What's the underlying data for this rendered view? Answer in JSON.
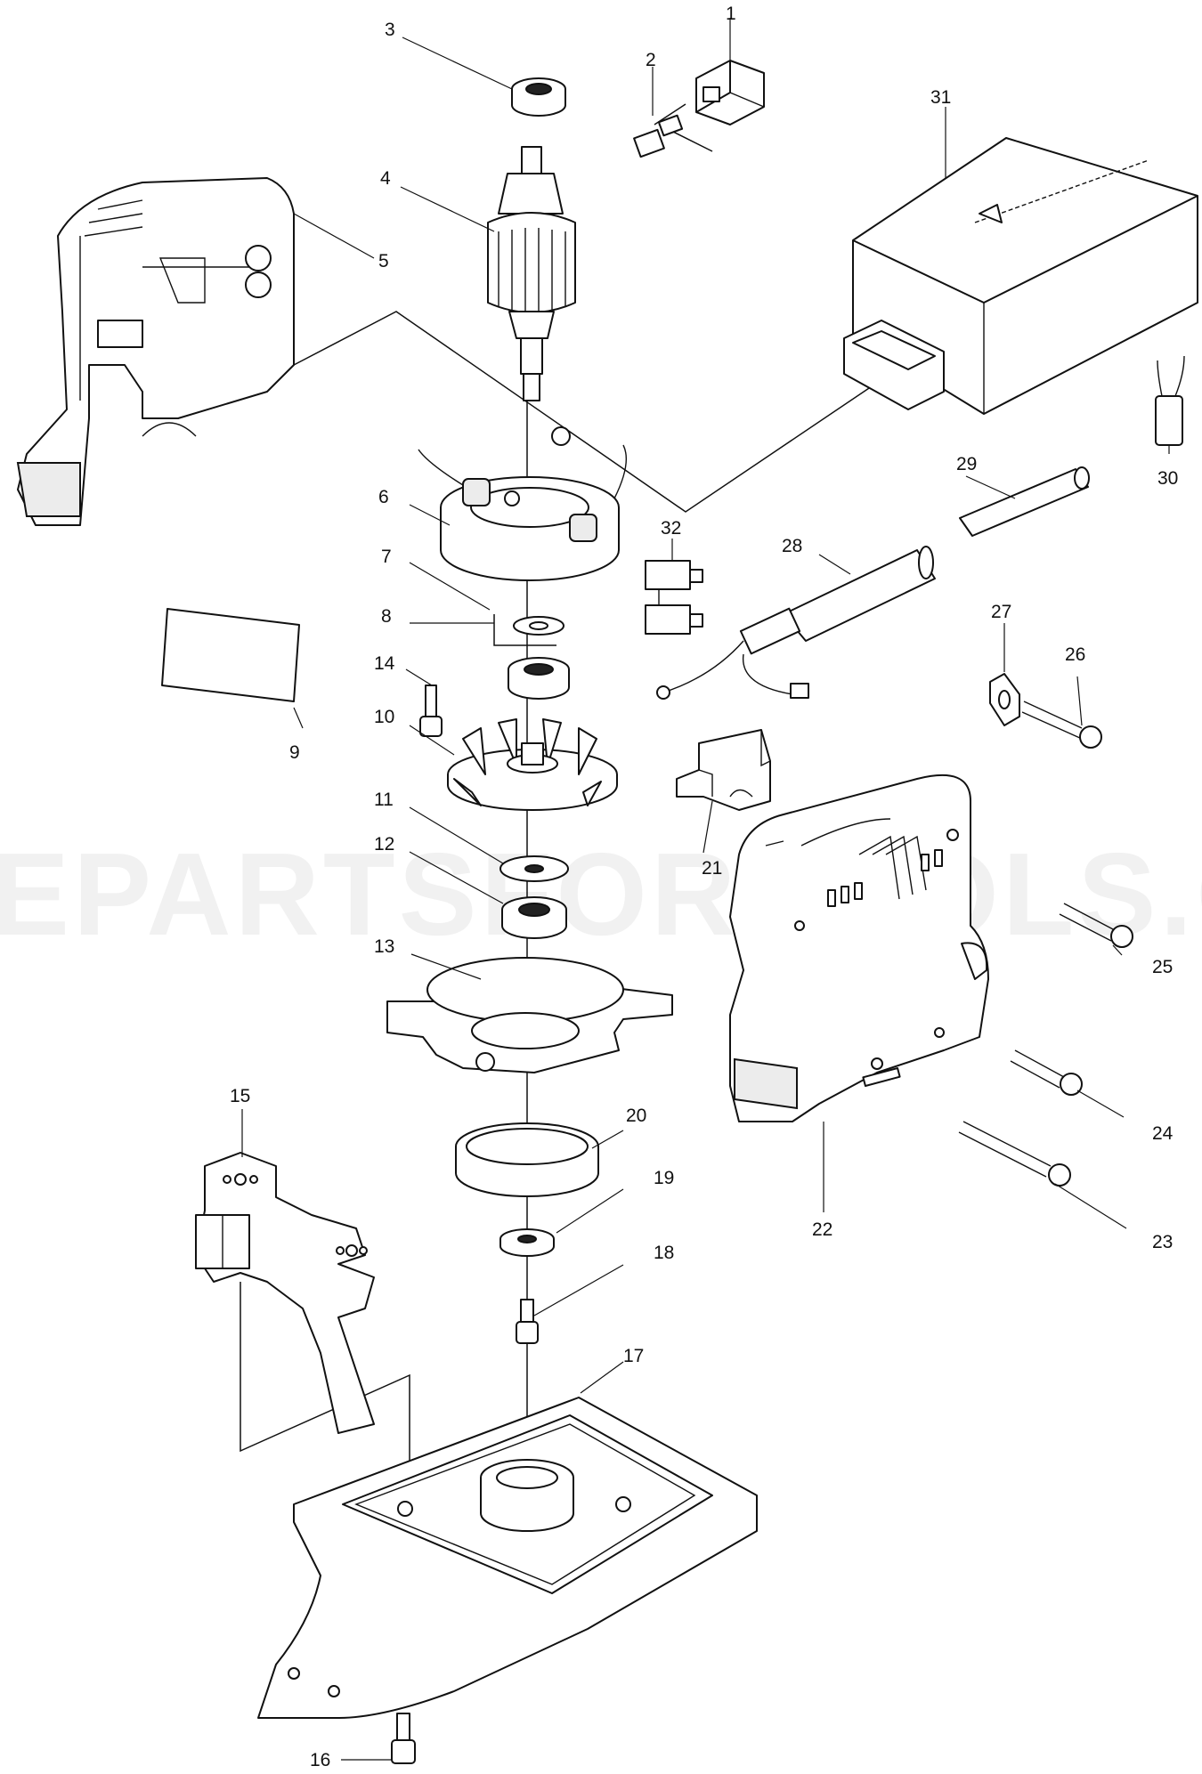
{
  "watermark": "EPARTSFORTOOLS.CO",
  "parts": [
    {
      "num": "1"
    },
    {
      "num": "2"
    },
    {
      "num": "3"
    },
    {
      "num": "4"
    },
    {
      "num": "5"
    },
    {
      "num": "6"
    },
    {
      "num": "7"
    },
    {
      "num": "8"
    },
    {
      "num": "9"
    },
    {
      "num": "10"
    },
    {
      "num": "11"
    },
    {
      "num": "12"
    },
    {
      "num": "13"
    },
    {
      "num": "14"
    },
    {
      "num": "15"
    },
    {
      "num": "16"
    },
    {
      "num": "17"
    },
    {
      "num": "18"
    },
    {
      "num": "19"
    },
    {
      "num": "20"
    },
    {
      "num": "21"
    },
    {
      "num": "22"
    },
    {
      "num": "23"
    },
    {
      "num": "24"
    },
    {
      "num": "25"
    },
    {
      "num": "26"
    },
    {
      "num": "27"
    },
    {
      "num": "28"
    },
    {
      "num": "29"
    },
    {
      "num": "30"
    },
    {
      "num": "31"
    },
    {
      "num": "32"
    }
  ]
}
